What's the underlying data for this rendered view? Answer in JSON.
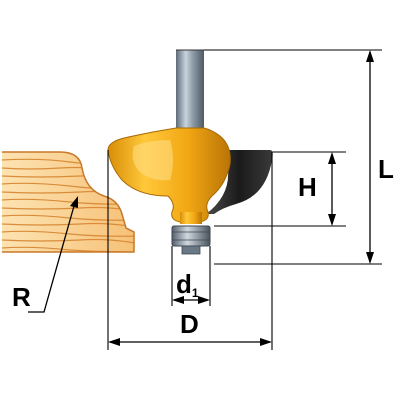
{
  "labels": {
    "L": "L",
    "H": "H",
    "R": "R",
    "D": "D",
    "d_main": "d",
    "d_sub": "1"
  },
  "colors": {
    "shank_steel": "#8a9aa8",
    "cutter_body": "#f2ad1a",
    "cutter_shadow": "#c98a0c",
    "carbide_blade": "#2a2a2a",
    "bearing": "#9aa8b4",
    "wood_light": "#fbd79a",
    "wood_grain": "#d98d3a",
    "line": "#000000"
  }
}
